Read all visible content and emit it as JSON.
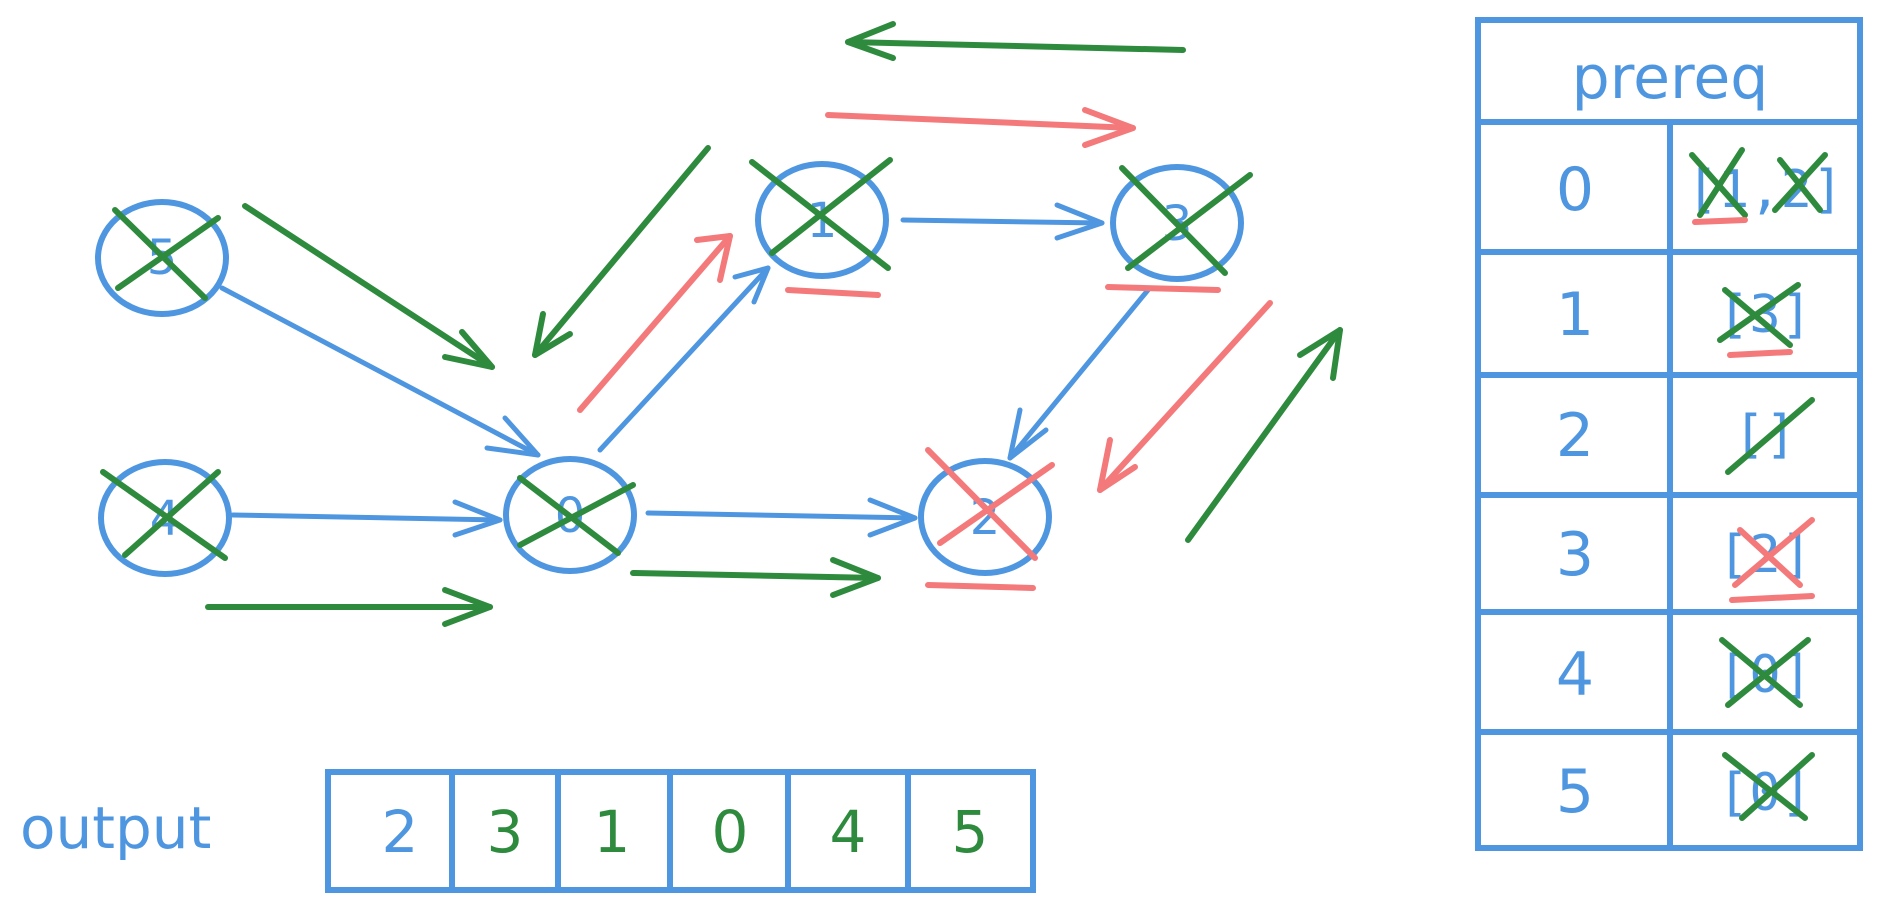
{
  "colors": {
    "blue": "#4f96e0",
    "green": "#2e8b3e",
    "red": "#f4797a",
    "background": "#ffffff"
  },
  "graph": {
    "nodes": [
      {
        "id": "5",
        "label": "5"
      },
      {
        "id": "4",
        "label": "4"
      },
      {
        "id": "0",
        "label": "0"
      },
      {
        "id": "1",
        "label": "1"
      },
      {
        "id": "3",
        "label": "3"
      },
      {
        "id": "2",
        "label": "2"
      }
    ]
  },
  "output": {
    "label": "output",
    "values": [
      {
        "value": "2",
        "color": "blue"
      },
      {
        "value": "3",
        "color": "green"
      },
      {
        "value": "1",
        "color": "green"
      },
      {
        "value": "0",
        "color": "green"
      },
      {
        "value": "4",
        "color": "green"
      },
      {
        "value": "5",
        "color": "green"
      }
    ]
  },
  "prereq": {
    "title": "prereq",
    "rows": [
      {
        "key": "0",
        "value": "[1,2]"
      },
      {
        "key": "1",
        "value": "[3]"
      },
      {
        "key": "2",
        "value": "[]"
      },
      {
        "key": "3",
        "value": "[2]"
      },
      {
        "key": "4",
        "value": "[0]"
      },
      {
        "key": "5",
        "value": "[0]"
      }
    ]
  }
}
